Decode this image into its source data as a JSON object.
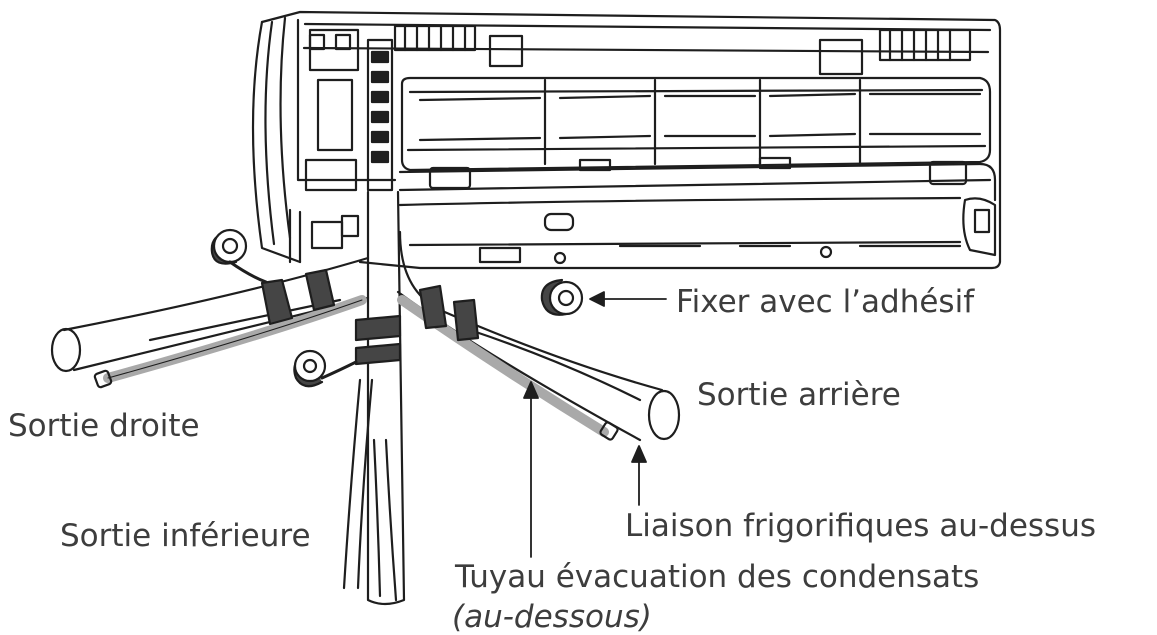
{
  "labels": {
    "fix_with_tape": "Fixer avec l’adhésif",
    "rear_outlet": "Sortie arrière",
    "right_outlet": "Sortie droite",
    "bottom_outlet": "Sortie inférieure",
    "refrigerant_lines": "Liaison frigorifiques au-dessus",
    "drain_pipe": "Tuyau évacuation des condensats",
    "drain_pipe_position": "(au-dessous)"
  },
  "colors": {
    "line": "#1e1e1e",
    "label_text": "#3d3d3d",
    "tape": "#454545",
    "drain_hose": "#a9a9a9",
    "background": "#ffffff"
  }
}
